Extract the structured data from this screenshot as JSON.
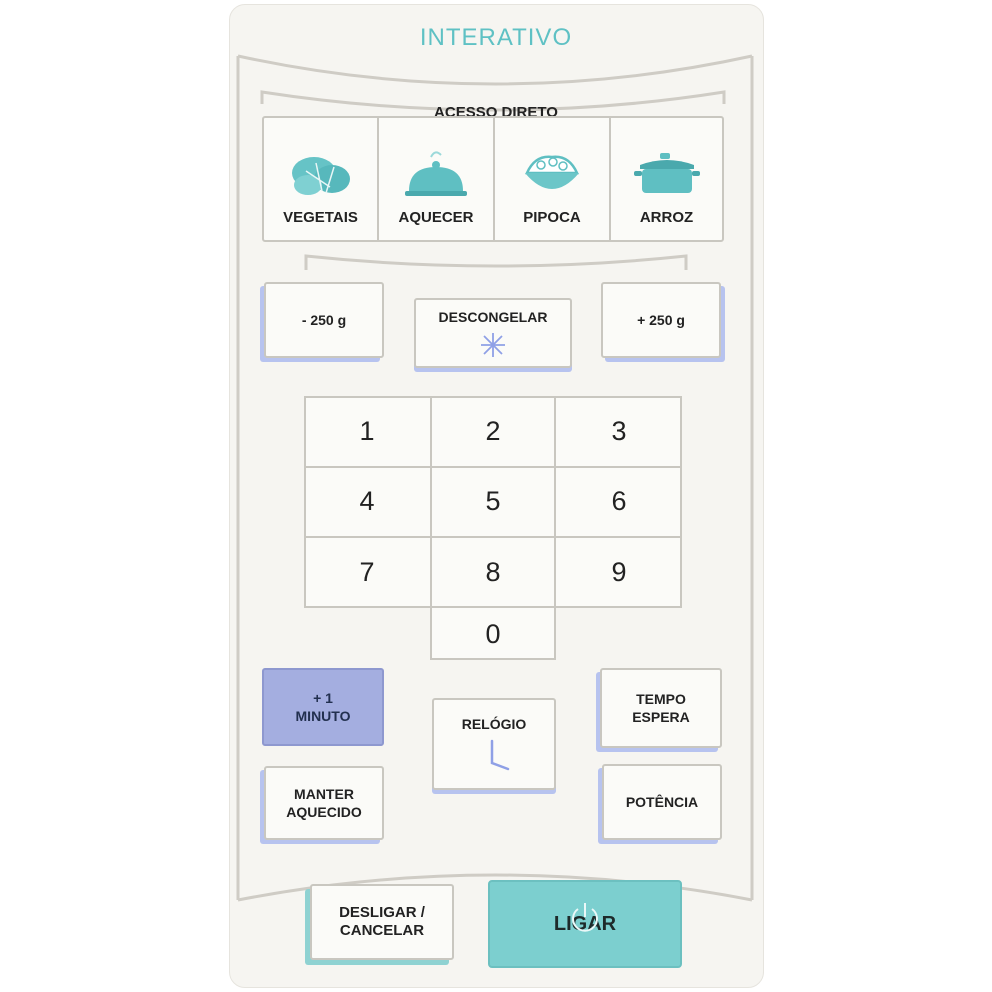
{
  "brand": "INTERATIVO",
  "direct_access": {
    "title": "ACESSO DIRETO",
    "items": [
      {
        "label": "VEGETAIS",
        "icon": "vegetables-icon"
      },
      {
        "label": "AQUECER",
        "icon": "cloche-icon"
      },
      {
        "label": "PIPOCA",
        "icon": "popcorn-bowl-icon"
      },
      {
        "label": "ARROZ",
        "icon": "rice-pot-icon"
      }
    ]
  },
  "defrost": {
    "minus": "- 250 g",
    "main": "DESCONGELAR",
    "plus": "+ 250 g",
    "icon": "snowflake-icon"
  },
  "keypad": [
    "1",
    "2",
    "3",
    "4",
    "5",
    "6",
    "7",
    "8",
    "9",
    "0"
  ],
  "functions": {
    "plus_minute_line1": "+ 1",
    "plus_minute_line2": "MINUTO",
    "clock": "RELÓGIO",
    "clock_icon": "clock-hands-icon",
    "wait_line1": "TEMPO",
    "wait_line2": "ESPERA",
    "keep_warm_line1": "MANTER",
    "keep_warm_line2": "AQUECIDO",
    "power": "POTÊNCIA"
  },
  "controls": {
    "cancel_line1": "DESLIGAR /",
    "cancel_line2": "CANCELAR",
    "start": "LIGAR",
    "start_icon": "power-icon"
  },
  "colors": {
    "teal": "#7ccfcf",
    "lavender": "#a4aee0",
    "accent_blue": "#b7c3ef",
    "line_gray": "#c9c7c0"
  }
}
